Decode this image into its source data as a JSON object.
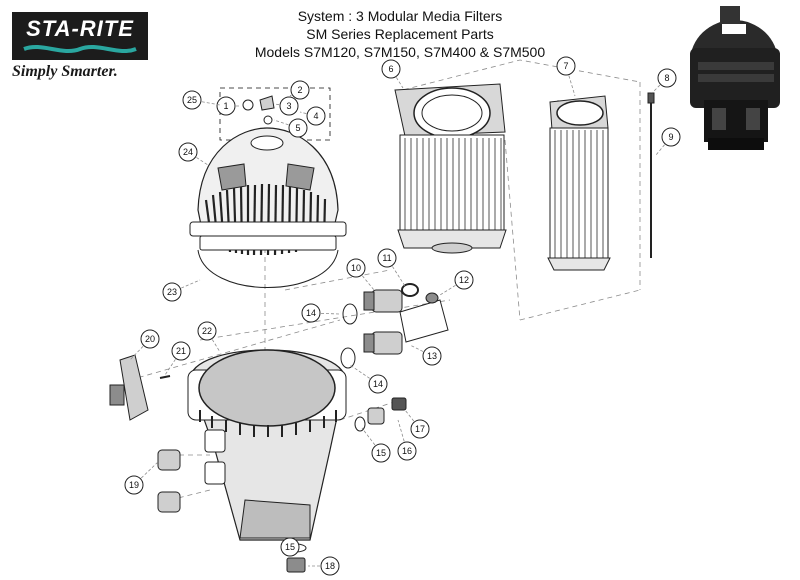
{
  "brand": {
    "name": "STA-RITE",
    "tagline": "Simply Smarter."
  },
  "title": {
    "line1": "System : 3 Modular Media Filters",
    "line2": "SM Series Replacement Parts",
    "line3": "Models S7M120, S7M150, S7M400 & S7M500"
  },
  "parts": [
    "1",
    "2",
    "3",
    "4",
    "5",
    "6",
    "7",
    "8",
    "9",
    "10",
    "11",
    "12",
    "13",
    "14",
    "14",
    "15",
    "15",
    "16",
    "17",
    "18",
    "19",
    "20",
    "21",
    "22",
    "23",
    "24",
    "25"
  ],
  "colors": {
    "ink": "#222222",
    "gray": "#8c8c8c",
    "light": "#cfcfcf",
    "body": "#e6e6e6",
    "accent": "#2aa7a0"
  }
}
